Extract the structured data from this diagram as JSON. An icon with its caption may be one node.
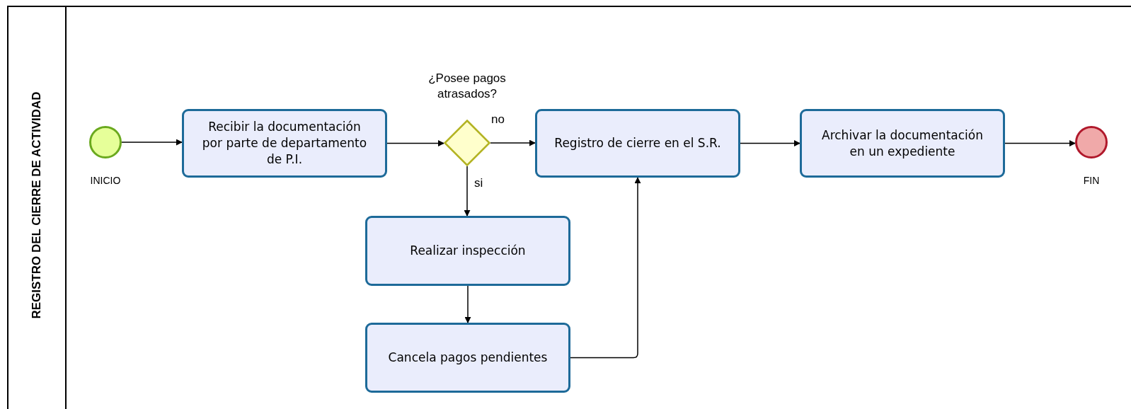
{
  "diagram": {
    "nodes": [
      {
        "text": [
          "REGISTRO DEL CIERRE DE ACTIVIDAD"
        ]
      },
      {
        "text": [],
        "shape": "circle",
        "in": 0,
        "beside": [
          "INICIO"
        ]
      },
      {
        "text": [
          "Recibir la documentación por parte de departamento de P.I."
        ],
        "in": 0
      },
      {
        "text": [
          "¿Posee pagos atrasados?"
        ],
        "in": 0
      },
      {
        "text": [
          "Registro de cierre en el S.R."
        ],
        "in": 0
      },
      {
        "text": [
          "Archivar la documentación en un expediente"
        ],
        "in": 0
      },
      {
        "text": [],
        "shape": "circle",
        "in": 0,
        "beside": [
          "FIN"
        ]
      },
      {
        "text": [
          "Realizar inspección"
        ],
        "in": 0
      },
      {
        "text": [
          "Cancela pagos pendientes"
        ],
        "in": 0
      }
    ],
    "edges": [
      {
        "from": 1,
        "to": 2,
        "arrow": "to"
      },
      {
        "from": 2,
        "to": 3,
        "arrow": "to"
      },
      {
        "from": 3,
        "to": 4,
        "arrow": "to",
        "label": "no"
      },
      {
        "from": 3,
        "to": 7,
        "arrow": "to",
        "label": "si"
      },
      {
        "from": 7,
        "to": 8,
        "arrow": "to"
      },
      {
        "from": 8,
        "to": 4,
        "arrow": "to"
      },
      {
        "from": 4,
        "to": 5,
        "arrow": "to"
      },
      {
        "from": 5,
        "to": 6,
        "arrow": "to"
      }
    ]
  }
}
